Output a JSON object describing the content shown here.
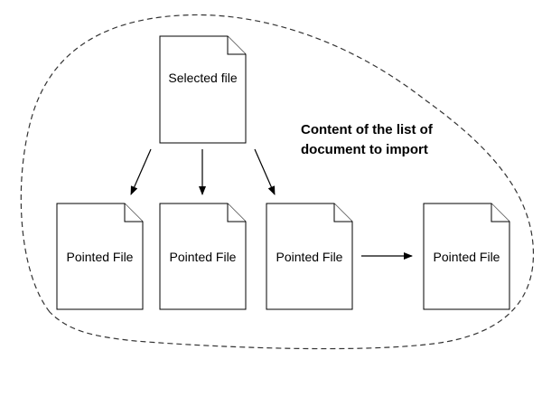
{
  "selected_file": {
    "label": "Selected file"
  },
  "pointed_files": [
    {
      "label": "Pointed File"
    },
    {
      "label": "Pointed File"
    },
    {
      "label": "Pointed File"
    },
    {
      "label": "Pointed File"
    }
  ],
  "boundary_caption": {
    "line1": "Content of the list of",
    "line2": "document to import"
  }
}
